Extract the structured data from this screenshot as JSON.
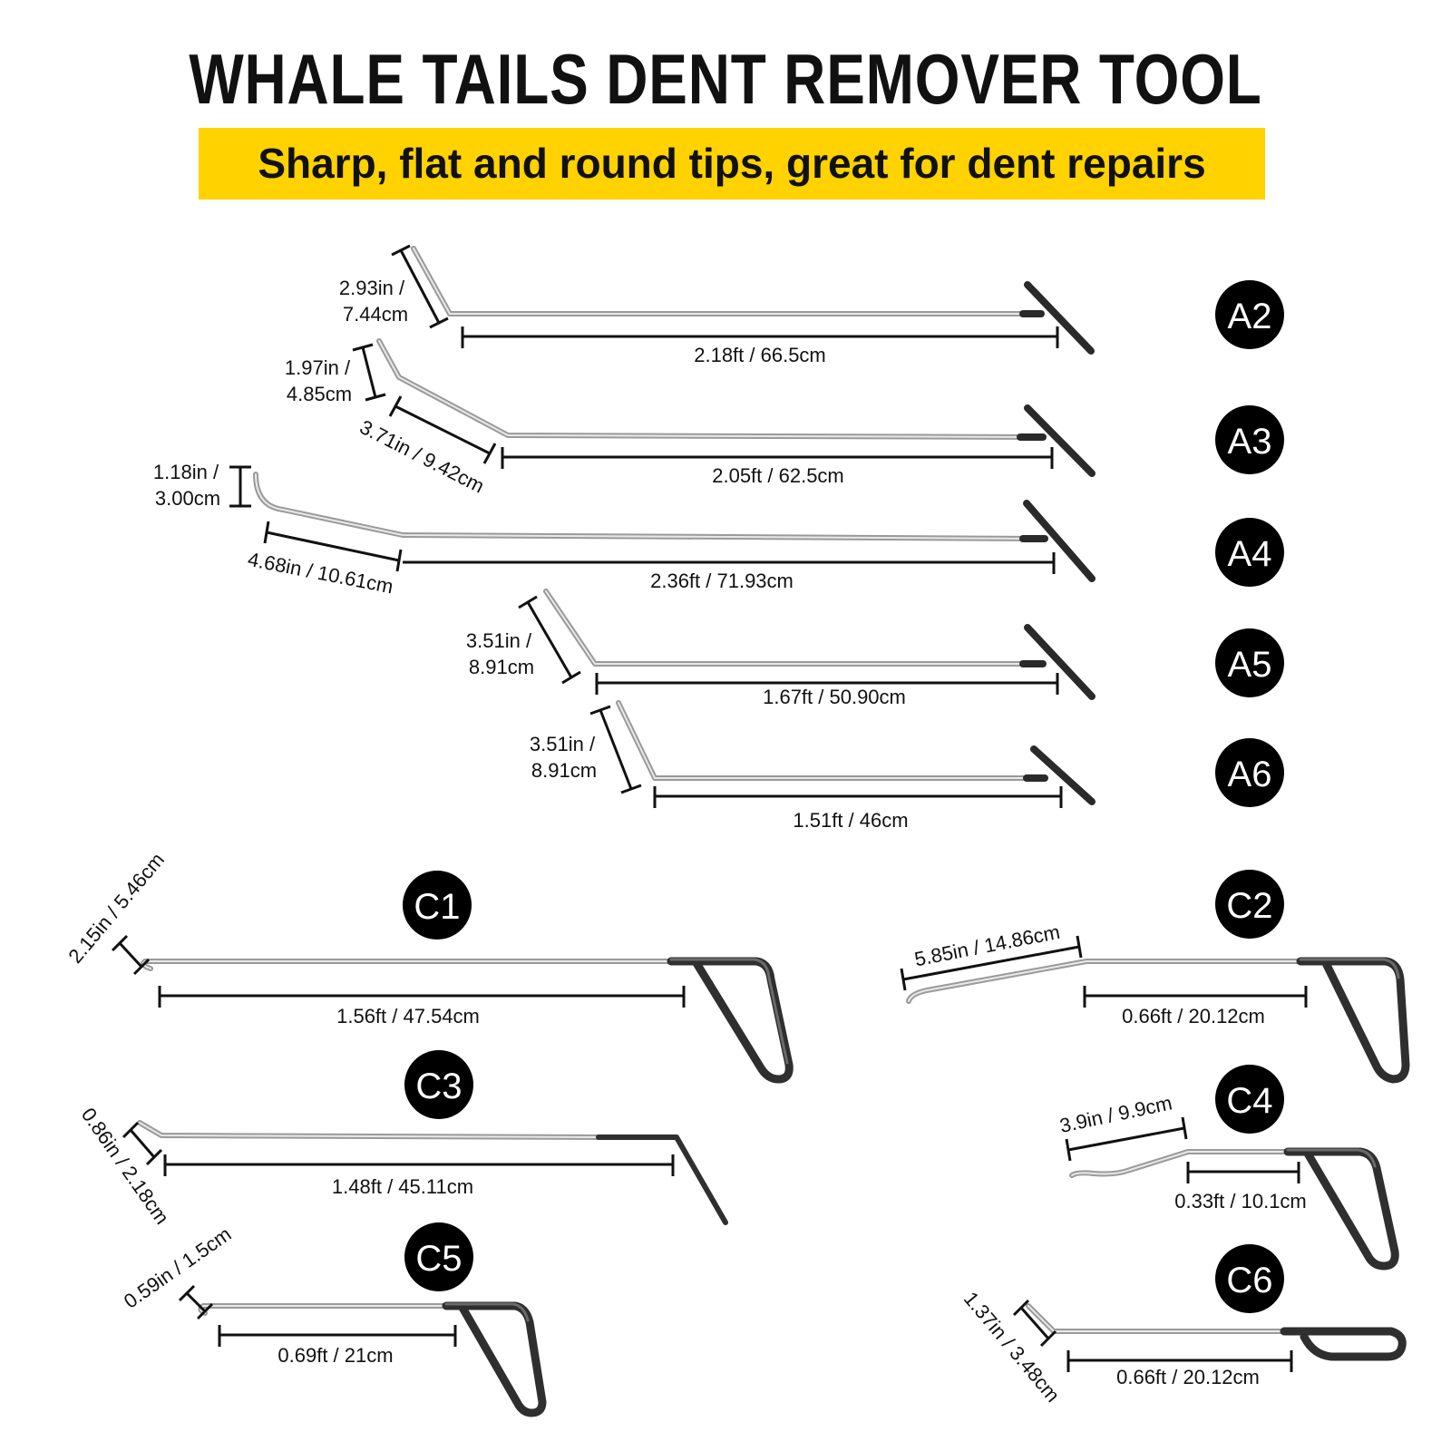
{
  "title": "WHALE TAILS DENT REMOVER TOOL",
  "subtitle": "Sharp, flat and round tips, great for dent repairs",
  "colors": {
    "banner": "#ffd200",
    "badge": "#000000",
    "rod": "#9a9a9a",
    "grip": "#2f2f2f"
  },
  "tools": {
    "A2": {
      "label": "A2",
      "tip": [
        "2.93in /",
        "7.44cm"
      ],
      "length": "2.18ft / 66.5cm"
    },
    "A3": {
      "label": "A3",
      "tip": [
        "1.97in /",
        "4.85cm"
      ],
      "bend": "3.71in / 9.42cm",
      "length": "2.05ft / 62.5cm"
    },
    "A4": {
      "label": "A4",
      "tip": [
        "1.18in /",
        "3.00cm"
      ],
      "bend": "4.68in / 10.61cm",
      "length": "2.36ft / 71.93cm"
    },
    "A5": {
      "label": "A5",
      "tip": [
        "3.51in /",
        "8.91cm"
      ],
      "length": "1.67ft / 50.90cm"
    },
    "A6": {
      "label": "A6",
      "tip": [
        "3.51in /",
        "8.91cm"
      ],
      "length": "1.51ft / 46cm"
    },
    "C1": {
      "label": "C1",
      "tip": "2.15in / 5.46cm",
      "length": "1.56ft / 47.54cm"
    },
    "C2": {
      "label": "C2",
      "tip": "5.85in / 14.86cm",
      "length": "0.66ft / 20.12cm"
    },
    "C3": {
      "label": "C3",
      "tip": "0.86in / 2.18cm",
      "length": "1.48ft / 45.11cm"
    },
    "C4": {
      "label": "C4",
      "tip": "3.9in / 9.9cm",
      "length": "0.33ft / 10.1cm"
    },
    "C5": {
      "label": "C5",
      "tip": "0.59in / 1.5cm",
      "length": "0.69ft / 21cm"
    },
    "C6": {
      "label": "C6",
      "tip": "1.37in / 3.48cm",
      "length": "0.66ft / 20.12cm"
    }
  }
}
